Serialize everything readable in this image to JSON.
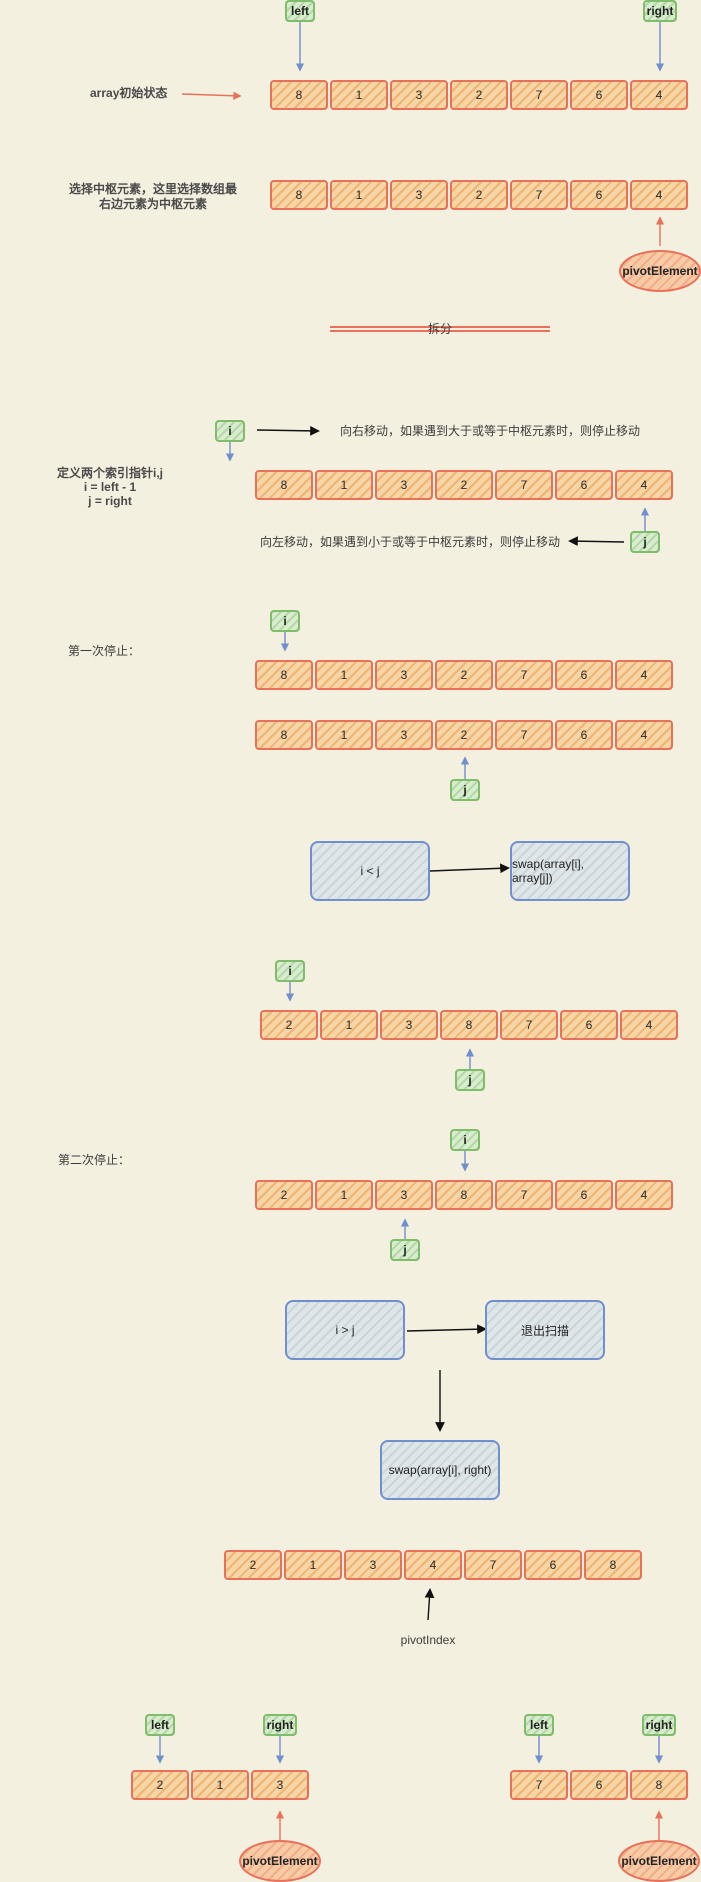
{
  "labels": {
    "initial_state": "array初始状态",
    "choose_pivot_1": "选择中枢元素，这里选择数组最",
    "choose_pivot_2": "右边元素为中枢元素",
    "split": "拆分",
    "define_1": "定义两个索引指针i,j",
    "define_2": "i = left - 1",
    "define_3": "j = right",
    "move_right": "向右移动，如果遇到大于或等于中枢元素时，则停止移动",
    "move_left": "向左移动，如果遇到小于或等于中枢元素时，则停止移动",
    "first_stop": "第一次停止：",
    "second_stop": "第二次停止：",
    "pivot_index": "pivotIndex"
  },
  "pointers": {
    "left": "left",
    "right": "right",
    "i": "i",
    "j": "j",
    "pivot": "pivotElement"
  },
  "boxes": {
    "i_less_j": "i < j",
    "swap_ij": "swap(array[i], array[j])",
    "i_greater_j": "i > j",
    "exit_scan": "退出扫描",
    "swap_right": "swap(array[i], right)"
  },
  "arrays": {
    "initial": [
      "8",
      "1",
      "3",
      "2",
      "7",
      "6",
      "4"
    ],
    "pivot_selected": [
      "8",
      "1",
      "3",
      "2",
      "7",
      "6",
      "4"
    ],
    "define_pointers": [
      "8",
      "1",
      "3",
      "2",
      "7",
      "6",
      "4"
    ],
    "first_stop_i": [
      "8",
      "1",
      "3",
      "2",
      "7",
      "6",
      "4"
    ],
    "first_stop_j": [
      "8",
      "1",
      "3",
      "2",
      "7",
      "6",
      "4"
    ],
    "after_swap": [
      "2",
      "1",
      "3",
      "8",
      "7",
      "6",
      "4"
    ],
    "second_stop": [
      "2",
      "1",
      "3",
      "8",
      "7",
      "6",
      "4"
    ],
    "partitioned": [
      "2",
      "1",
      "3",
      "4",
      "7",
      "6",
      "8"
    ],
    "left_part": [
      "2",
      "1",
      "3"
    ],
    "right_part": [
      "7",
      "6",
      "8"
    ]
  }
}
